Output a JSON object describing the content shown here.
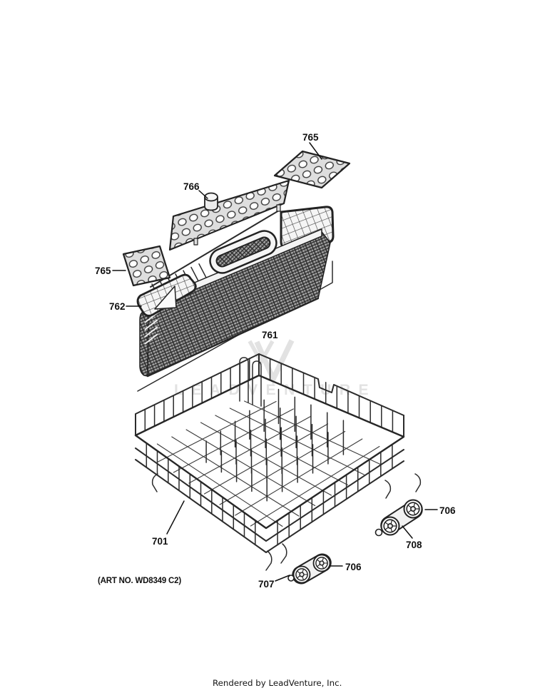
{
  "watermark": {
    "brand": "LEADVENTURE"
  },
  "footer": {
    "credit": "Rendered by LeadVenture, Inc."
  },
  "artwork": {
    "art_no": "(ART NO. WD8349 C2)"
  },
  "callouts": {
    "lid_top": "765",
    "basket_cover": "766",
    "lid_left": "765",
    "basket_end": "762",
    "silverware_basket": "761",
    "lower_rack": "701",
    "roller_right": "706",
    "roller_bracket_right": "708",
    "roller_front": "706",
    "roller_bracket_front": "707"
  },
  "colors": {
    "line": "#1f1f1f",
    "label": "#101010",
    "watermark": "#e2e2e2",
    "background": "#ffffff"
  }
}
